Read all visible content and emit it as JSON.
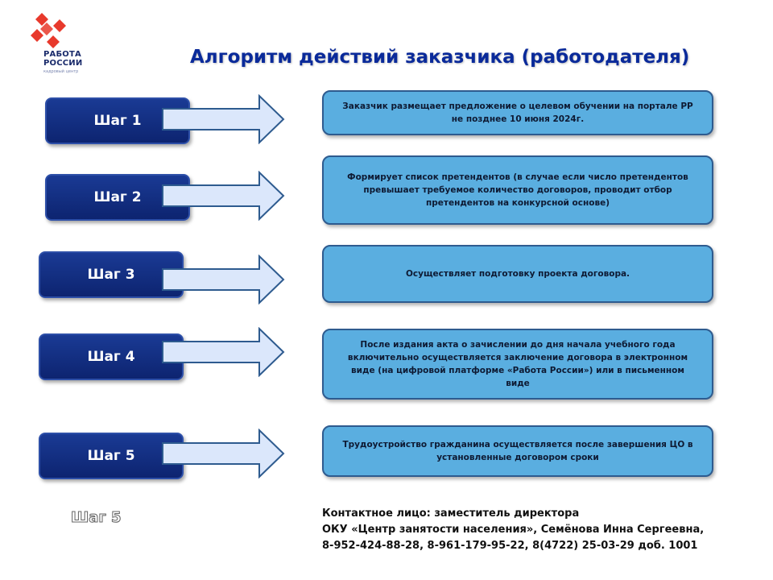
{
  "logo": {
    "line1": "РАБОТА",
    "line2": "РОССИИ",
    "subtitle": "кадровый центр",
    "accent": "#e8392c"
  },
  "title": "Алгоритм действий  заказчика (работодателя)",
  "steps": [
    {
      "label": "Шаг 1",
      "text": "Заказчик размещает предложение о целевом обучении на портале РР не позднее 10 июня 2024г."
    },
    {
      "label": "Шаг 2",
      "text": "Формирует список претендентов (в случае если число претендентов превышает требуемое количество договоров, проводит отбор претендентов на конкурсной основе)"
    },
    {
      "label": "Шаг 3",
      "text": "Осуществляет подготовку проекта договора."
    },
    {
      "label": "Шаг 4",
      "text": "После издания акта о зачислении до дня начала учебного года включительно осуществляется заключение договора в электронном виде (на цифровой платформе «Работа России») или в письменном виде"
    },
    {
      "label": "Шаг 5",
      "text": "Трудоустройство гражданина осуществляется после завершения ЦО в установленные договором сроки"
    }
  ],
  "ghost_label": "Шаг 5",
  "contact": {
    "line1": "Контактное лицо: заместитель директора",
    "line2": "ОКУ «Центр занятости населения», Семёнова Инна Сергеевна,",
    "line3": "8-952-424-88-28, 8-961-179-95-22, 8(4722) 25-03-29 доб. 1001"
  },
  "colors": {
    "step_fill": "#0d2470",
    "box_fill": "#5aaee0",
    "arrow_fill": "#dbe7fb",
    "arrow_stroke": "#2e5b8f",
    "title": "#0a2a9a"
  }
}
